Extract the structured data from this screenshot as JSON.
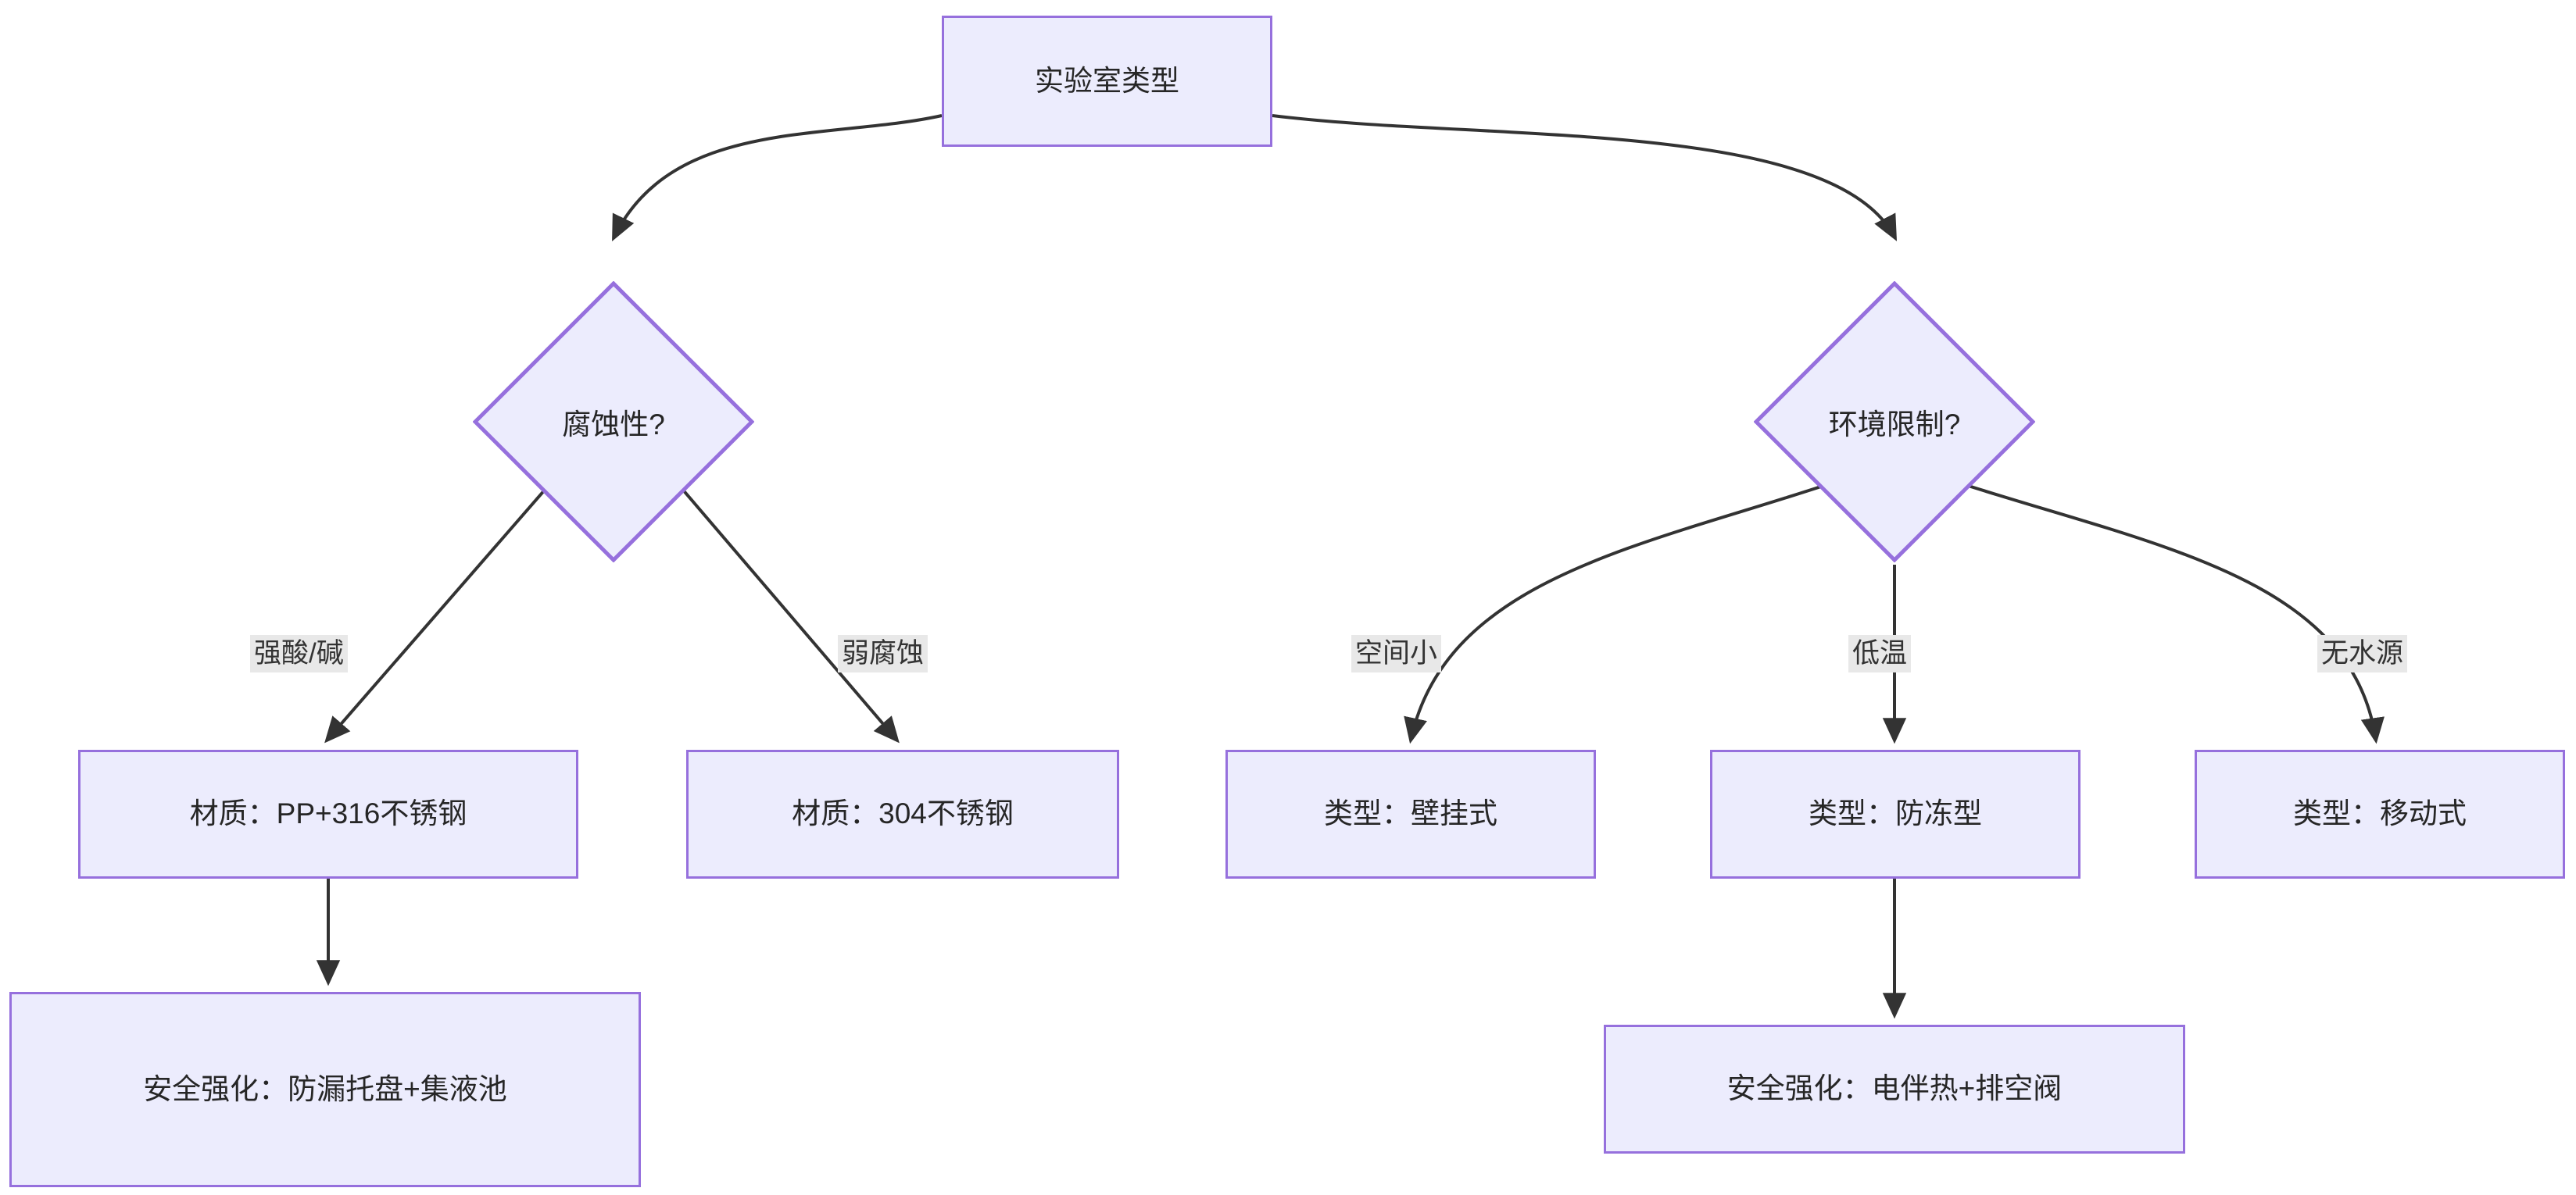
{
  "diagram": {
    "type": "flowchart",
    "title_node": "实验室类型",
    "theme": {
      "node_fill": "#ececfd",
      "node_border": "#9670dd",
      "edge_stroke": "#333333",
      "edge_label_bg": "#e8e8e8",
      "text_color": "#262626",
      "background": "#ffffff"
    },
    "nodes": {
      "root": {
        "label": "实验室类型",
        "shape": "rect"
      },
      "decision_corrosive": {
        "label": "腐蚀性?",
        "shape": "diamond"
      },
      "decision_environment": {
        "label": "环境限制?",
        "shape": "diamond"
      },
      "material_pp316": {
        "label": "材质：PP+316不锈钢",
        "shape": "rect"
      },
      "material_304": {
        "label": "材质：304不锈钢",
        "shape": "rect"
      },
      "type_wall": {
        "label": "类型：壁挂式",
        "shape": "rect"
      },
      "type_antifreeze": {
        "label": "类型：防冻型",
        "shape": "rect"
      },
      "type_mobile": {
        "label": "类型：移动式",
        "shape": "rect"
      },
      "safety_tray": {
        "label": "安全强化：防漏托盘+集液池",
        "shape": "rect"
      },
      "safety_heattrace": {
        "label": "安全强化：电伴热+排空阀",
        "shape": "rect"
      }
    },
    "edge_labels": {
      "strong_acid": "强酸/碱",
      "weak_corrosion": "弱腐蚀",
      "small_space": "空间小",
      "low_temp": "低温",
      "no_water": "无水源"
    },
    "edges": [
      {
        "from": "root",
        "to": "decision_corrosive",
        "label": ""
      },
      {
        "from": "root",
        "to": "decision_environment",
        "label": ""
      },
      {
        "from": "decision_corrosive",
        "to": "material_pp316",
        "label": "强酸/碱"
      },
      {
        "from": "decision_corrosive",
        "to": "material_304",
        "label": "弱腐蚀"
      },
      {
        "from": "decision_environment",
        "to": "type_wall",
        "label": "空间小"
      },
      {
        "from": "decision_environment",
        "to": "type_antifreeze",
        "label": "低温"
      },
      {
        "from": "decision_environment",
        "to": "type_mobile",
        "label": "无水源"
      },
      {
        "from": "material_pp316",
        "to": "safety_tray",
        "label": ""
      },
      {
        "from": "type_antifreeze",
        "to": "safety_heattrace",
        "label": ""
      }
    ]
  }
}
